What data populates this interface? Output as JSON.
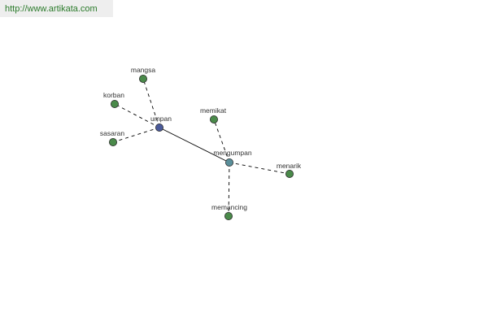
{
  "source": {
    "url": "http://www.artikata.com"
  },
  "colors": {
    "background": "#ffffff",
    "banner": "#eeeeee",
    "url_text": "#2a7a2a",
    "edge": "#000000",
    "label": "#333333",
    "main_node": "#4a5a9a",
    "hub_node": "#5a8f9a",
    "leaf_node": "#4a8a4a",
    "node_stroke": "#2a2a2a"
  },
  "diagram": {
    "nodes": [
      {
        "id": "umpan",
        "label": "umpan",
        "kind": "main"
      },
      {
        "id": "mengumpan",
        "label": "mengumpan",
        "kind": "hub"
      },
      {
        "id": "mangsa",
        "label": "mangsa",
        "kind": "leaf"
      },
      {
        "id": "korban",
        "label": "korban",
        "kind": "leaf"
      },
      {
        "id": "sasaran",
        "label": "sasaran",
        "kind": "leaf"
      },
      {
        "id": "memikat",
        "label": "memikat",
        "kind": "leaf"
      },
      {
        "id": "menarik",
        "label": "menarik",
        "kind": "leaf"
      },
      {
        "id": "memancing",
        "label": "memancing",
        "kind": "leaf"
      }
    ],
    "edges": [
      {
        "from": "umpan",
        "to": "mengumpan",
        "style": "solid"
      },
      {
        "from": "umpan",
        "to": "mangsa",
        "style": "dashed"
      },
      {
        "from": "umpan",
        "to": "korban",
        "style": "dashed"
      },
      {
        "from": "umpan",
        "to": "sasaran",
        "style": "dashed"
      },
      {
        "from": "mengumpan",
        "to": "memikat",
        "style": "dashed"
      },
      {
        "from": "mengumpan",
        "to": "menarik",
        "style": "dashed"
      },
      {
        "from": "mengumpan",
        "to": "memancing",
        "style": "dashed"
      }
    ]
  }
}
